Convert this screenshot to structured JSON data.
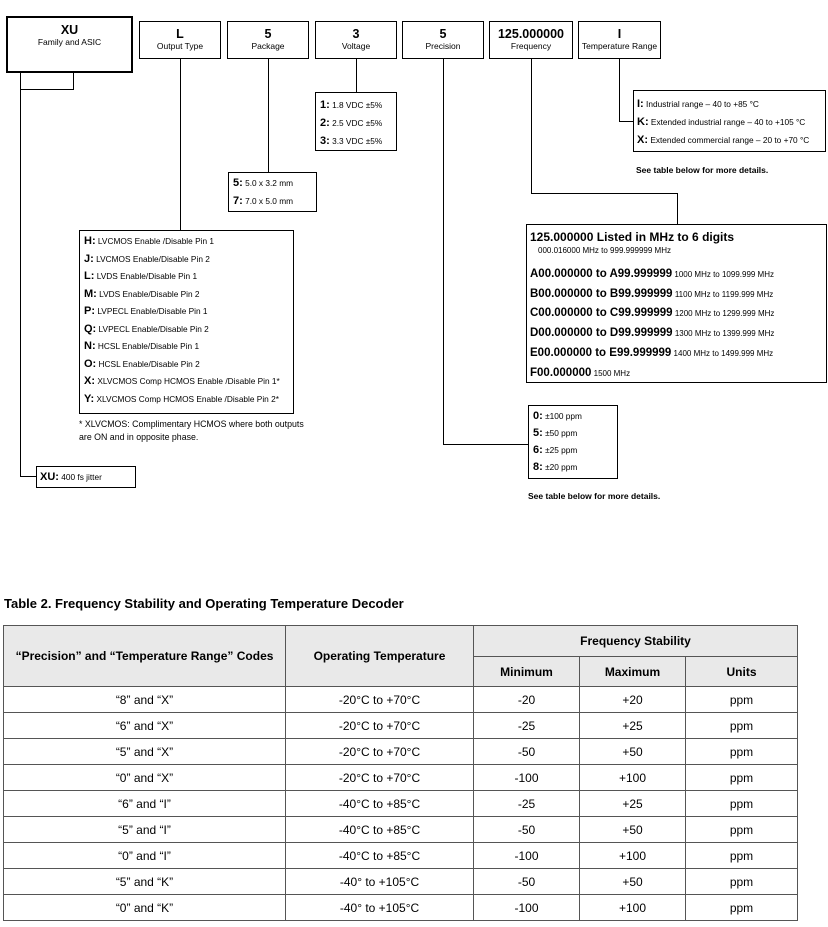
{
  "codes": [
    {
      "code": "XU",
      "label": "Family and ASIC"
    },
    {
      "code": "L",
      "label": "Output Type"
    },
    {
      "code": "5",
      "label": "Package"
    },
    {
      "code": "3",
      "label": "Voltage"
    },
    {
      "code": "5",
      "label": "Precision"
    },
    {
      "code": "125.000000",
      "label": "Frequency"
    },
    {
      "code": "I",
      "label": "Temperature Range"
    }
  ],
  "voltage": [
    {
      "key": "1:",
      "text": "1.8 VDC ±5%"
    },
    {
      "key": "2:",
      "text": "2.5 VDC ±5%"
    },
    {
      "key": "3:",
      "text": "3.3 VDC ±5%"
    }
  ],
  "package": [
    {
      "key": "5:",
      "text": "5.0 x 3.2 mm"
    },
    {
      "key": "7:",
      "text": "7.0 x 5.0 mm"
    }
  ],
  "temperature": [
    {
      "key": "I:",
      "text": "Industrial range – 40 to +85 °C"
    },
    {
      "key": "K:",
      "text": "Extended industrial range – 40 to +105 °C"
    },
    {
      "key": "X:",
      "text": "Extended commercial range – 20 to +70 °C"
    }
  ],
  "temperature_note": "See table below for more details.",
  "output": [
    {
      "key": "H:",
      "text": "LVCMOS Enable /Disable Pin 1"
    },
    {
      "key": "J:",
      "text": "LVCMOS Enable/Disable Pin 2"
    },
    {
      "key": "L:",
      "text": "LVDS Enable/Disable Pin 1"
    },
    {
      "key": "M:",
      "text": "LVDS Enable/Disable Pin 2"
    },
    {
      "key": "P:",
      "text": "LVPECL Enable/Disable Pin 1"
    },
    {
      "key": "Q:",
      "text": "LVPECL Enable/Disable Pin 2"
    },
    {
      "key": "N:",
      "text": "HCSL Enable/Disable Pin 1"
    },
    {
      "key": "O:",
      "text": "HCSL Enable/Disable Pin 2"
    },
    {
      "key": "X:",
      "text": "XLVCMOS Comp HCMOS Enable /Disable Pin 1*"
    },
    {
      "key": "Y:",
      "text": "XLVCMOS Comp HCMOS Enable /Disable Pin 2*"
    }
  ],
  "output_footnote_1": "* XLVCMOS: Complimentary HCMOS where both outputs",
  "output_footnote_2": "are ON and in opposite phase.",
  "family": {
    "key": "XU:",
    "text": "400 fs jitter"
  },
  "frequency": {
    "heading": "125.000000 Listed in MHz to 6 digits",
    "subheading": "000.016000 MHz to 999.999999 MHz",
    "ranges": [
      {
        "code": "A00.000000 to A99.999999",
        "desc": "1000 MHz to 1099.999 MHz"
      },
      {
        "code": "B00.000000 to B99.999999",
        "desc": "1100 MHz to 1199.999 MHz"
      },
      {
        "code": "C00.000000 to C99.999999",
        "desc": "1200 MHz to 1299.999 MHz"
      },
      {
        "code": "D00.000000 to D99.999999",
        "desc": "1300 MHz to 1399.999 MHz"
      },
      {
        "code": "E00.000000 to E99.999999",
        "desc": "1400 MHz to 1499.999 MHz"
      },
      {
        "code": "F00.000000",
        "desc": "1500 MHz"
      }
    ]
  },
  "precision": [
    {
      "key": "0:",
      "text": "±100 ppm"
    },
    {
      "key": "5:",
      "text": "±50 ppm"
    },
    {
      "key": "6:",
      "text": "±25 ppm"
    },
    {
      "key": "8:",
      "text": "±20 ppm"
    }
  ],
  "precision_note": "See table below for more details.",
  "table": {
    "title": "Table 2.  Frequency Stability and Operating Temperature Decoder",
    "header": {
      "codes": "“Precision” and “Temperature Range” Codes",
      "temp": "Operating Temperature",
      "stability": "Frequency Stability",
      "min": "Minimum",
      "max": "Maximum",
      "units": "Units"
    },
    "rows": [
      [
        "“8” and “X”",
        "-20°C to +70°C",
        "-20",
        "+20",
        "ppm"
      ],
      [
        "“6” and “X”",
        "-20°C to +70°C",
        "-25",
        "+25",
        "ppm"
      ],
      [
        "“5” and “X”",
        "-20°C to +70°C",
        "-50",
        "+50",
        "ppm"
      ],
      [
        "“0” and “X”",
        "-20°C to +70°C",
        "-100",
        "+100",
        "ppm"
      ],
      [
        "“6” and “I”",
        "-40°C to +85°C",
        "-25",
        "+25",
        "ppm"
      ],
      [
        "“5” and “I”",
        "-40°C to +85°C",
        "-50",
        "+50",
        "ppm"
      ],
      [
        "“0” and “I”",
        "-40°C to +85°C",
        "-100",
        "+100",
        "ppm"
      ],
      [
        "“5” and “K”",
        "-40° to +105°C",
        "-50",
        "+50",
        "ppm"
      ],
      [
        "“0” and “K”",
        "-40° to +105°C",
        "-100",
        "+100",
        "ppm"
      ]
    ]
  }
}
